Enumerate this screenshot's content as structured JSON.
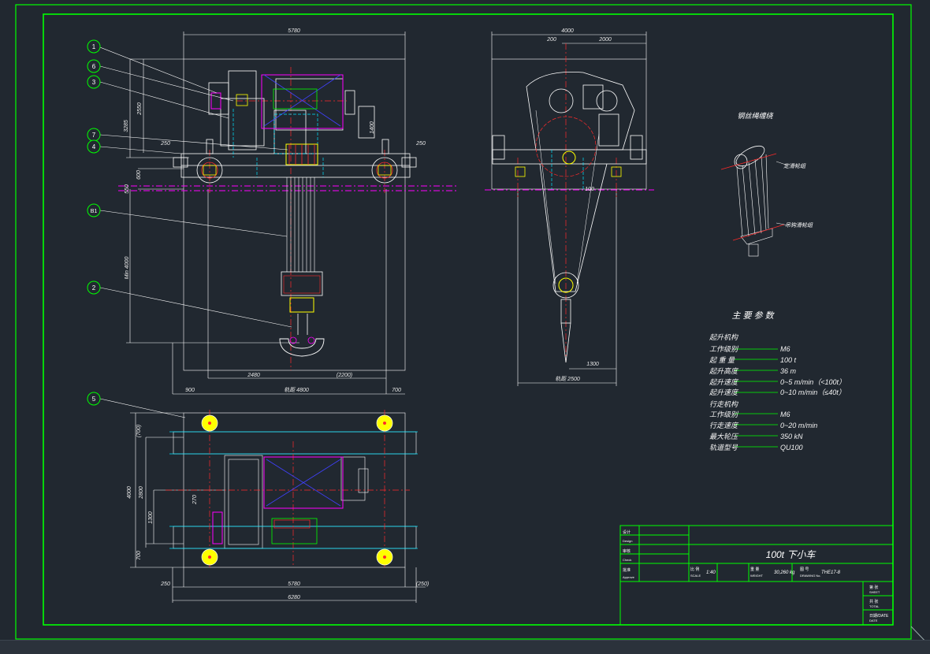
{
  "title_block": {
    "drawing_name": "100t 下小车",
    "scale_label": "比 例",
    "scale_sub": "SCALE",
    "scale_value": "1:40",
    "weight_label": "重 量",
    "weight_sub": "WEIGHT",
    "weight_value": "30,260 kg",
    "drawing_no_label": "图 号",
    "drawing_no_sub": "DRAWING No.",
    "drawing_no_value": "THE17-8",
    "row_labels": [
      "设计",
      "审核",
      "批准"
    ],
    "row_subs": [
      "Design",
      "Check",
      "Approve"
    ],
    "right_labels": [
      "第 张",
      "共 张",
      "日期/DATE"
    ],
    "right_subs": [
      "SHEET",
      "TOTAL",
      "DATE"
    ]
  },
  "views": {
    "front": {
      "dims": {
        "top_width": "5780",
        "left_height_a": "3285",
        "left_height_b": "2550",
        "offset_left": "250",
        "offset_right": "250",
        "wheel_h": "600",
        "rail_h": "550",
        "lift": "Min 4000",
        "hook_v": "1400",
        "bottom_a": "2480",
        "bottom_b": "(2200)",
        "bottom_left": "900",
        "track": "轨距 4800",
        "bottom_right": "700"
      },
      "callouts": [
        "1",
        "6",
        "3",
        "7",
        "4",
        "B1",
        "2"
      ]
    },
    "side": {
      "dims": {
        "top_width": "4000",
        "top_a": "200",
        "top_b": "2000",
        "mid": "100",
        "bottom": "1300",
        "base": "轨距 2500"
      }
    },
    "plan": {
      "callout": "5",
      "dims": {
        "left_a": "(700)",
        "left_b": "4000",
        "left_c": "2800",
        "left_d": "1300",
        "left_e": "700",
        "mid": "270",
        "bot_a": "250",
        "bot_b": "5780",
        "bot_c": "(250)",
        "bot_total": "6280"
      }
    },
    "rope": {
      "title": "钢丝绳缠绕",
      "label_upper": "定滑轮组",
      "label_lower": "吊钩滑轮组"
    }
  },
  "params": {
    "heading": "主 要 参 数",
    "rows": [
      {
        "label": "起升机构",
        "value": ""
      },
      {
        "label": "工作级别",
        "value": "M6"
      },
      {
        "label": "起 重 量",
        "value": "100 t"
      },
      {
        "label": "起升高度",
        "value": "36 m"
      },
      {
        "label": "起升速度",
        "value": "0~5 m/min（<100t）"
      },
      {
        "label": "起升速度",
        "value": "0~10 m/min（≤40t）"
      },
      {
        "label": "行走机构",
        "value": ""
      },
      {
        "label": "工作级别",
        "value": "M6"
      },
      {
        "label": "行走速度",
        "value": "0~20 m/min"
      },
      {
        "label": "最大轮压",
        "value": "350 kN"
      },
      {
        "label": "轨道型号",
        "value": "QU100"
      }
    ]
  },
  "colors": {
    "background": "#212830",
    "frame": "#00ff00",
    "outline": "#ffffff",
    "center": "#ff2a2a",
    "hidden": "#00e5ff",
    "rail": "#ff00ff",
    "highlight": "#ffff00",
    "rope": "#4040ff"
  }
}
